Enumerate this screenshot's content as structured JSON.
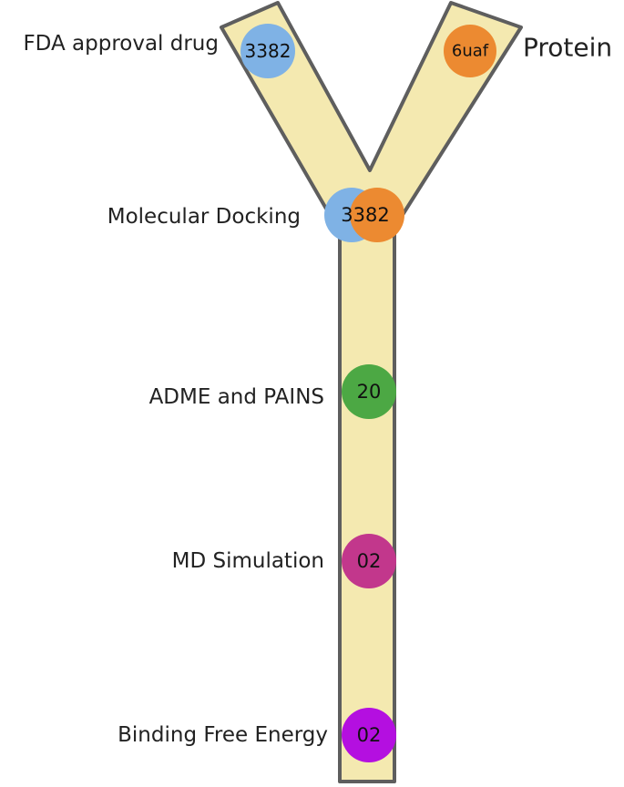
{
  "inputs": {
    "left_label": "FDA approval drug",
    "left_value": "3382",
    "right_label": "Protein",
    "right_value": "6uaf"
  },
  "stages": [
    {
      "label": "Molecular Docking",
      "value": "3382"
    },
    {
      "label": "ADME and PAINS",
      "value": "20"
    },
    {
      "label": "MD Simulation",
      "value": "02"
    },
    {
      "label": "Binding Free Energy",
      "value": "02"
    }
  ],
  "colors": {
    "funnel_fill": "#f4e9b0",
    "funnel_stroke": "#5e5e5e",
    "drug_node": "#7fb2e5",
    "protein_node": "#ec8a31",
    "adme_node": "#4ca844",
    "md_node": "#c2378c",
    "bfe_node": "#b40fe0"
  }
}
